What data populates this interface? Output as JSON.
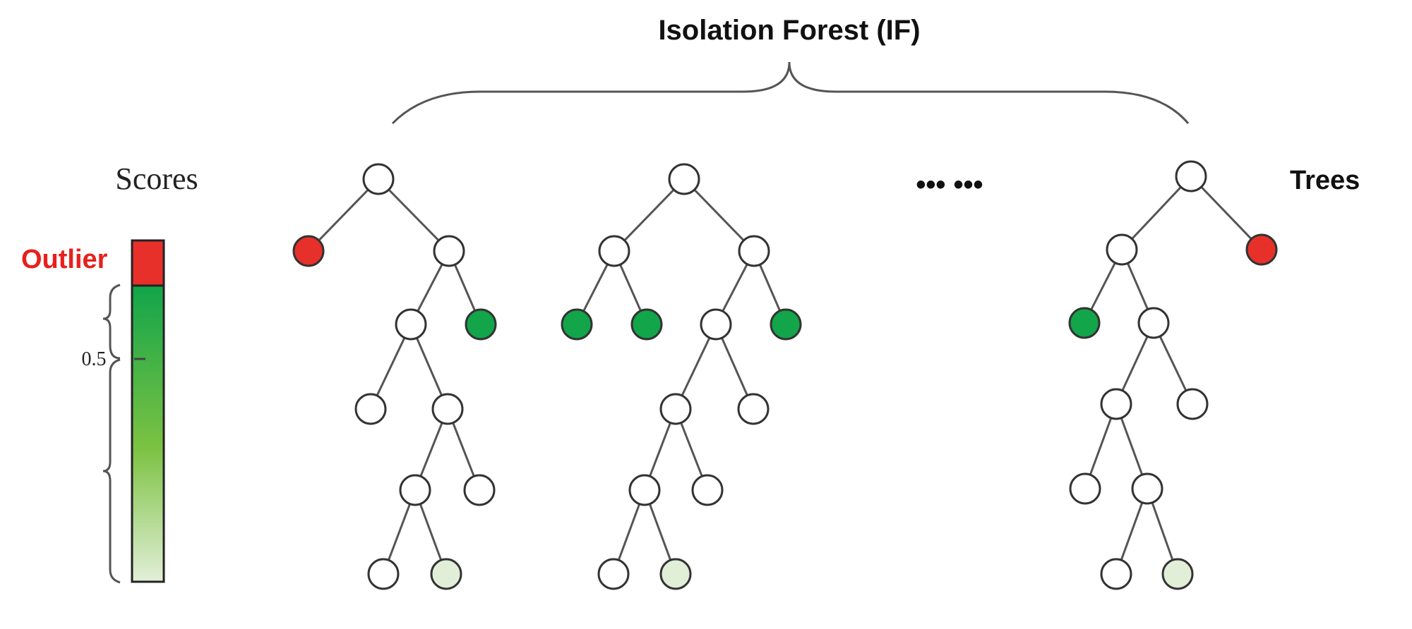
{
  "title": "Isolation Forest (IF)",
  "scores_label": "Scores",
  "outlier_label": "Outlier",
  "tick_label": "0.5",
  "trees_label": "Trees",
  "ellipsis": "•••  •••",
  "colors": {
    "outlier": "#e8302a",
    "inlier": "#12a54a",
    "inlier_light": "#e2efd8",
    "normal": "#ffffff",
    "bar_top": "#12a54a",
    "bar_bottom": "#e2efd8",
    "outlier_text": "#e8201c"
  },
  "node_types": [
    "normal",
    "outlier",
    "inlier",
    "inlier_light"
  ]
}
